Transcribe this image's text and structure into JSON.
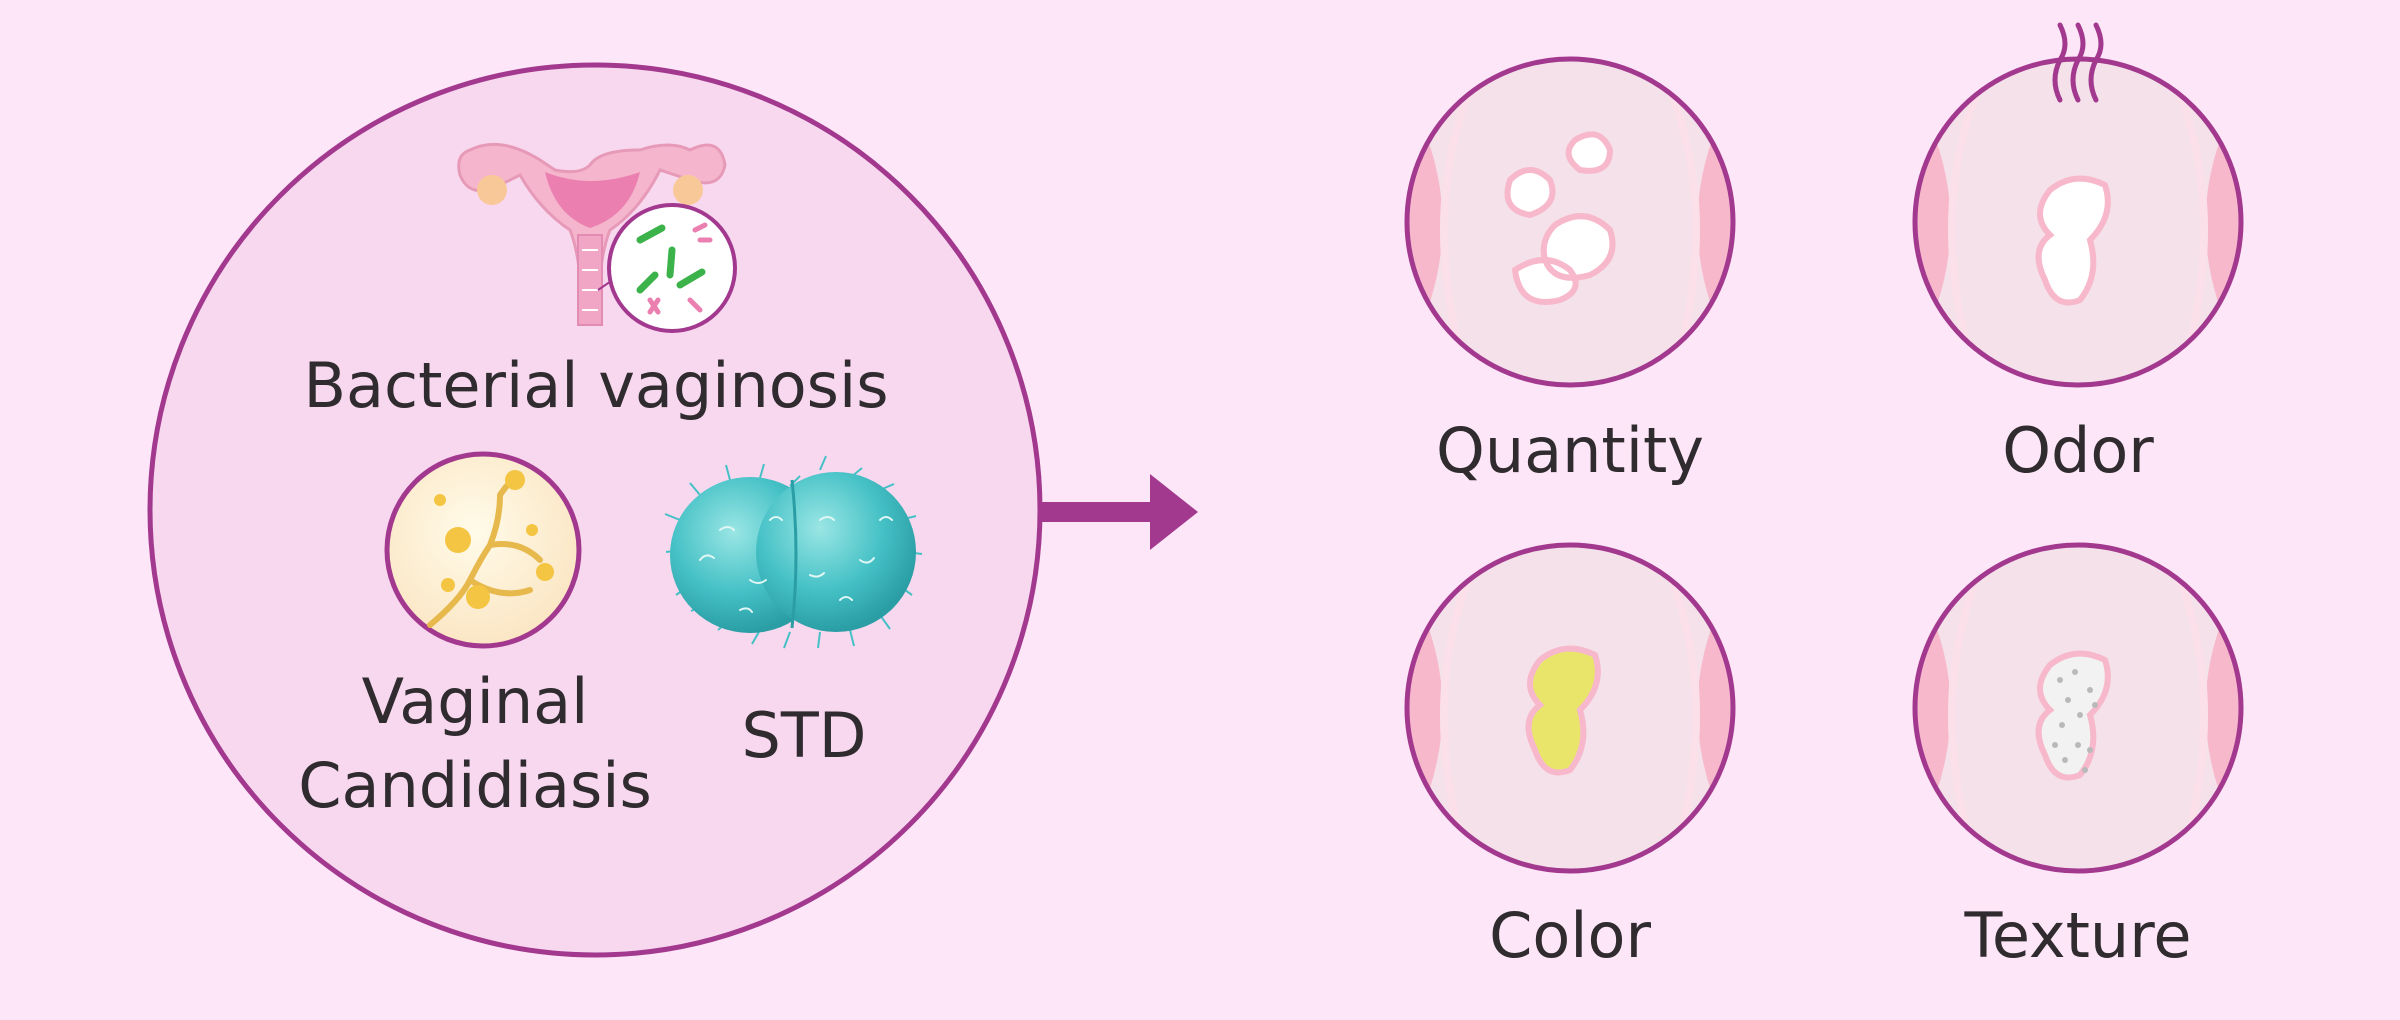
{
  "causes": {
    "bacterial_vaginosis": "Bacterial vaginosis",
    "vaginal_candidiasis_line1": "Vaginal",
    "vaginal_candidiasis_line2": "Candidiasis",
    "std": "STD"
  },
  "characteristics": {
    "quantity": "Quantity",
    "odor": "Odor",
    "color": "Color",
    "texture": "Texture"
  },
  "colors": {
    "background": "#fde6f7",
    "circle_fill": "#f8d8ef",
    "circle_border": "#a2398f",
    "arrow": "#a2398f",
    "text": "#2f2b2f",
    "bacteria_cyan": "#45c1c6",
    "bacteria_green": "#3bb34a",
    "discharge_yellow": "#e9e56b"
  },
  "icons": [
    "uterus-icon",
    "bacteria-magnifier-icon",
    "candida-icon",
    "diplococcus-icon",
    "arrow-right-icon",
    "discharge-quantity-icon",
    "discharge-odor-icon",
    "discharge-color-icon",
    "discharge-texture-icon"
  ]
}
